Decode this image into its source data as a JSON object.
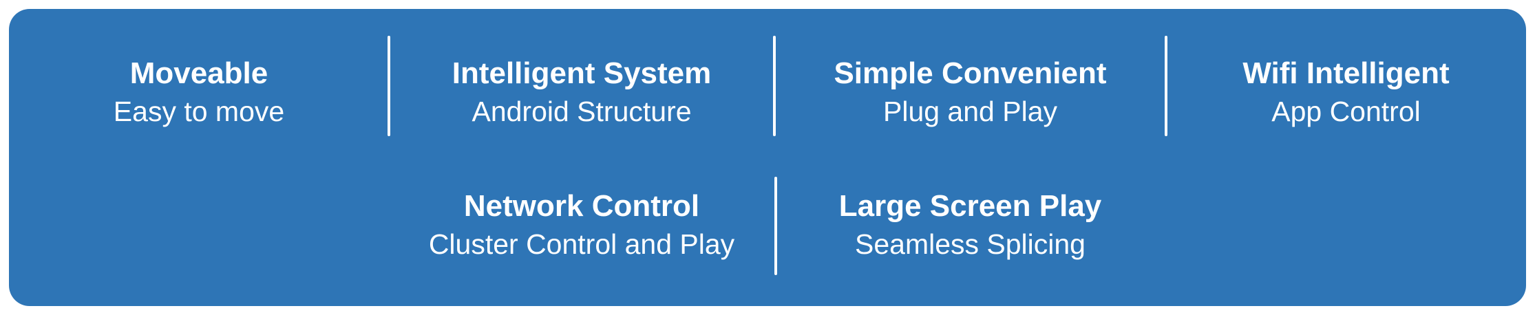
{
  "banner": {
    "background_color": "#2e75b6",
    "text_color": "#ffffff",
    "divider_color": "#ffffff",
    "page_background": "#ffffff",
    "rows": [
      {
        "items": [
          {
            "title": "Moveable",
            "subtitle": "Easy to move"
          },
          {
            "title": "Intelligent System",
            "subtitle": "Android Structure"
          },
          {
            "title": "Simple Convenient",
            "subtitle": "Plug and Play"
          },
          {
            "title": "Wifi Intelligent",
            "subtitle": "App Control"
          }
        ]
      },
      {
        "items": [
          {
            "title": "Network Control",
            "subtitle": "Cluster Control and Play"
          },
          {
            "title": "Large Screen Play",
            "subtitle": "Seamless Splicing"
          }
        ]
      }
    ]
  }
}
